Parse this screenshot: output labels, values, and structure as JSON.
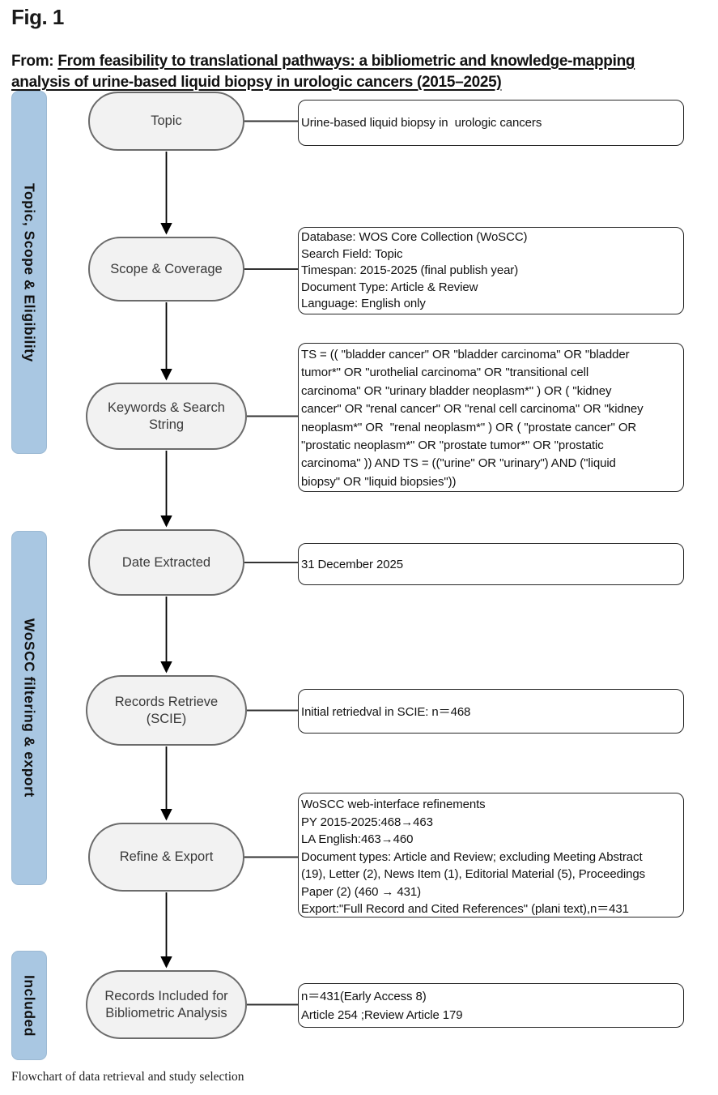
{
  "figure": {
    "label": "Fig. 1",
    "from_prefix": "From: ",
    "article_title": "From feasibility to translational pathways: a bibliometric and knowledge-mapping\nanalysis of urine-based liquid biopsy in urologic cancers (2015–2025)",
    "caption": "Flowchart of data retrieval and study selection"
  },
  "sidebar_sections": [
    {
      "label": "Topic, Scope & Eligibility"
    },
    {
      "label": "WoSCC filtering & export"
    },
    {
      "label": "Included"
    }
  ],
  "flowchart": {
    "nodes": [
      {
        "label": "Topic"
      },
      {
        "label": "Scope & Coverage"
      },
      {
        "label": "Keywords & Search\nString"
      },
      {
        "label": "Date Extracted"
      },
      {
        "label": "Records Retrieve\n(SCIE)"
      },
      {
        "label": "Refine & Export"
      },
      {
        "label": "Records Included for\nBibliometric Analysis"
      }
    ],
    "boxes": [
      {
        "text": "Urine-based liquid biopsy in  urologic cancers"
      },
      {
        "text": "Database: WOS Core Collection (WoSCC)\nSearch Field: Topic\nTimespan: 2015-2025 (final publish year)\nDocument Type: Article & Review\nLanguage: English only"
      },
      {
        "text": "TS = (( \"bladder cancer\" OR \"bladder carcinoma\" OR \"bladder\ntumor*\" OR \"urothelial carcinoma\" OR \"transitional cell\ncarcinoma\" OR \"urinary bladder neoplasm*\" ) OR ( \"kidney\ncancer\" OR \"renal cancer\" OR \"renal cell carcinoma\" OR \"kidney\nneoplasm*\" OR  \"renal neoplasm*\" ) OR ( \"prostate cancer\" OR\n\"prostatic neoplasm*\" OR \"prostate tumor*\" OR \"prostatic\ncarcinoma\" )) AND TS = ((\"urine\" OR \"urinary\") AND (\"liquid\nbiopsy\" OR \"liquid biopsies\"))"
      },
      {
        "text": "31 December 2025"
      },
      {
        "text": "Initial retriedval in SCIE: n＝468"
      },
      {
        "text": "WoSCC web-interface refinements\nPY 2015-2025:468→463\nLA English:463→460\nDocument types: Article and Review; excluding Meeting Abstract\n(19), Letter (2), News Item (1), Editorial Material (5), Proceedings\nPaper (2) (460 → 431)\nExport:\"Full Record and Cited References\" (plani text),n＝431"
      },
      {
        "text": "n＝431(Early Access 8)\nArticle 254 ;Review Article 179"
      }
    ]
  },
  "colors": {
    "sidebar_blue": "#a9c7e2",
    "node_fill": "#f2f2f2",
    "node_border": "#6b6b6b",
    "box_border": "#262626"
  }
}
